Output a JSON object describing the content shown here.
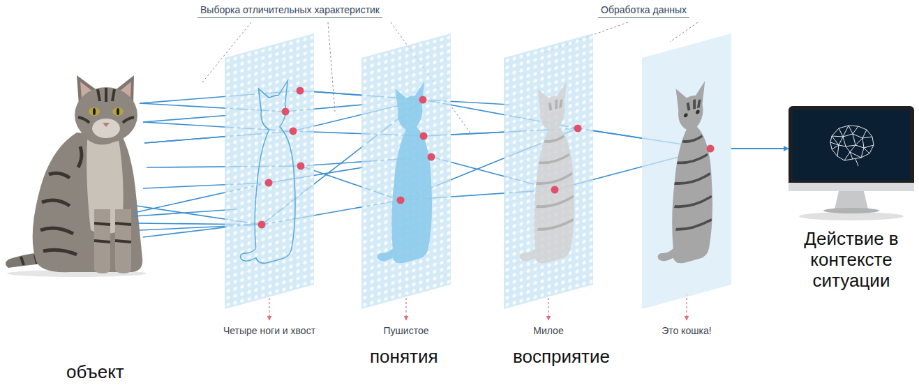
{
  "diagram": {
    "nodes": [
      {
        "text": [
          "Четыре ноги и хвост"
        ]
      },
      {
        "text": [
          "Пушистое"
        ]
      },
      {
        "text": [
          "Милое"
        ]
      },
      {
        "text": [
          "Это кошка!"
        ]
      },
      {
        "text": [
          "Действие в контексте ситуации"
        ]
      }
    ],
    "edges": [
      {
        "from": 0,
        "to": 1,
        "arrow": "none"
      },
      {
        "from": 1,
        "to": 2,
        "arrow": "none"
      },
      {
        "from": 2,
        "to": 3,
        "arrow": "none"
      },
      {
        "from": 3,
        "to": 4,
        "arrow": "to"
      }
    ],
    "labels": [
      "Выборка отличительных характеристик",
      "Обработка данных",
      "объект",
      "понятия",
      "восприятие"
    ]
  }
}
